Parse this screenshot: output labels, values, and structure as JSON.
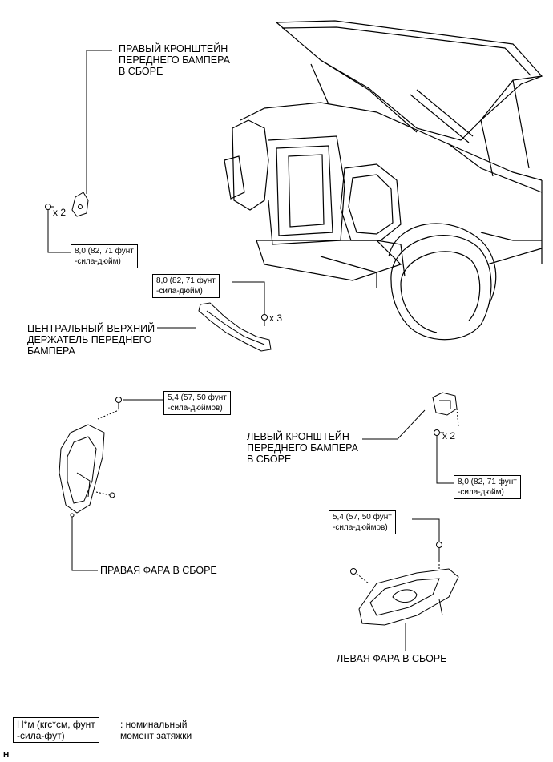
{
  "labels": {
    "right_bracket": [
      "ПРАВЫЙ КРОНШТЕЙН",
      "ПЕРЕДНЕГО БАМПЕРА",
      "В СБОРЕ"
    ],
    "center_retainer": [
      "ЦЕНТРАЛЬНЫЙ ВЕРХНИЙ",
      "ДЕРЖАТЕЛЬ ПЕРЕДНЕГО",
      "БАМПЕРА"
    ],
    "left_bracket": [
      "ЛЕВЫЙ КРОНШТЕЙН",
      "ПЕРЕДНЕГО БАМПЕРА",
      "В СБОРЕ"
    ],
    "right_headlamp": "ПРАВАЯ ФАРА В СБОРЕ",
    "left_headlamp": "ЛЕВАЯ ФАРА В СБОРЕ"
  },
  "torque": {
    "right_bracket": [
      "8,0 (82, 71 фунт",
      "-сила-дюйм)"
    ],
    "center_retainer": [
      "8,0 (82, 71 фунт",
      "-сила-дюйм)"
    ],
    "right_headlamp": [
      "5,4 (57, 50 фунт",
      "-сила-дюймов)"
    ],
    "left_bracket": [
      "8,0 (82, 71 фунт",
      "-сила-дюйм)"
    ],
    "left_headlamp": [
      "5,4 (57, 50 фунт",
      "-сила-дюймов)"
    ]
  },
  "quantities": {
    "right_bracket": "x 2",
    "center_retainer": "x 3",
    "left_bracket": "x 2"
  },
  "legend": {
    "unit": [
      "Н*м (кгс*см, фунт",
      "-сила-фут)"
    ],
    "description": [
      ": номинальный",
      "момент затяжки"
    ]
  },
  "code": "H"
}
